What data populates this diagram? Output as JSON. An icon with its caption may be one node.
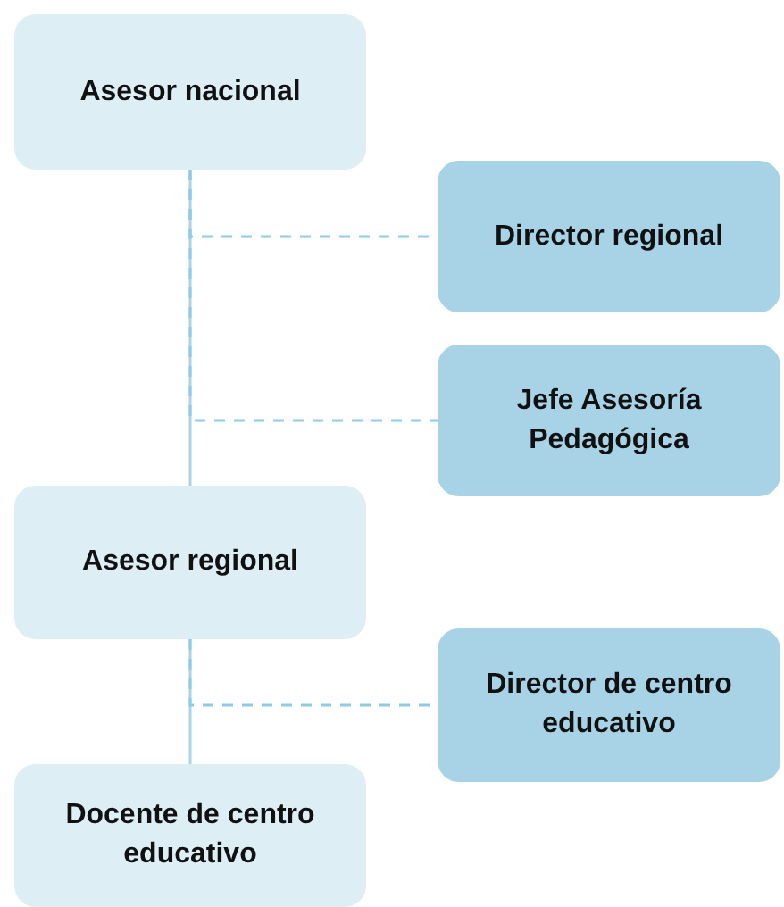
{
  "diagram": {
    "nodes": [
      {
        "text": [
          "Asesor nacional"
        ]
      },
      {
        "text": [
          "Director regional"
        ]
      },
      {
        "text": [
          "Jefe Asesoría Pedagógica"
        ]
      },
      {
        "text": [
          "Asesor regional"
        ]
      },
      {
        "text": [
          "Director de centro educativo"
        ]
      },
      {
        "text": [
          "Docente de centro educativo"
        ]
      }
    ],
    "edges": [
      {
        "from": 0,
        "to": 3,
        "arrow": "none"
      },
      {
        "from": 3,
        "to": 5,
        "arrow": "none"
      },
      {
        "from": 0,
        "to": 1,
        "arrow": "none",
        "style": "dashed"
      },
      {
        "from": 0,
        "to": 2,
        "arrow": "none",
        "style": "dashed"
      },
      {
        "from": 3,
        "to": 4,
        "arrow": "none",
        "style": "dashed"
      }
    ]
  }
}
